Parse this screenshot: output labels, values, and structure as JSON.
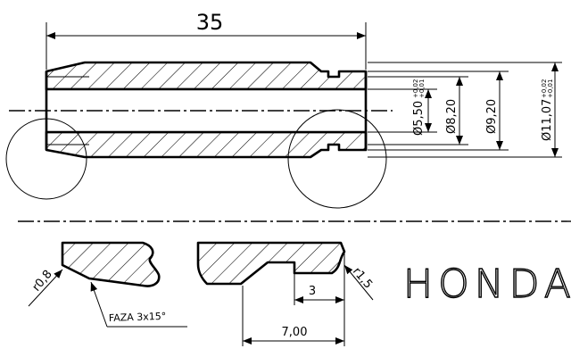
{
  "drawing": {
    "dims": {
      "length": "35",
      "bore_d": "Ø5,50",
      "bore_tol_upper": "+0,02",
      "bore_tol_lower": "+0,01",
      "groove_d": "Ø8,20",
      "neck_d": "Ø9,20",
      "outer_d": "Ø11,07",
      "outer_tol_upper": "+0,02",
      "outer_tol_lower": "+0,01",
      "radius_left": "r0,8",
      "chamfer": "FAZA 3x15°",
      "groove_width": "3",
      "groove_pos": "7,00",
      "radius_right": "r1,5"
    },
    "brand": "HONDA"
  }
}
